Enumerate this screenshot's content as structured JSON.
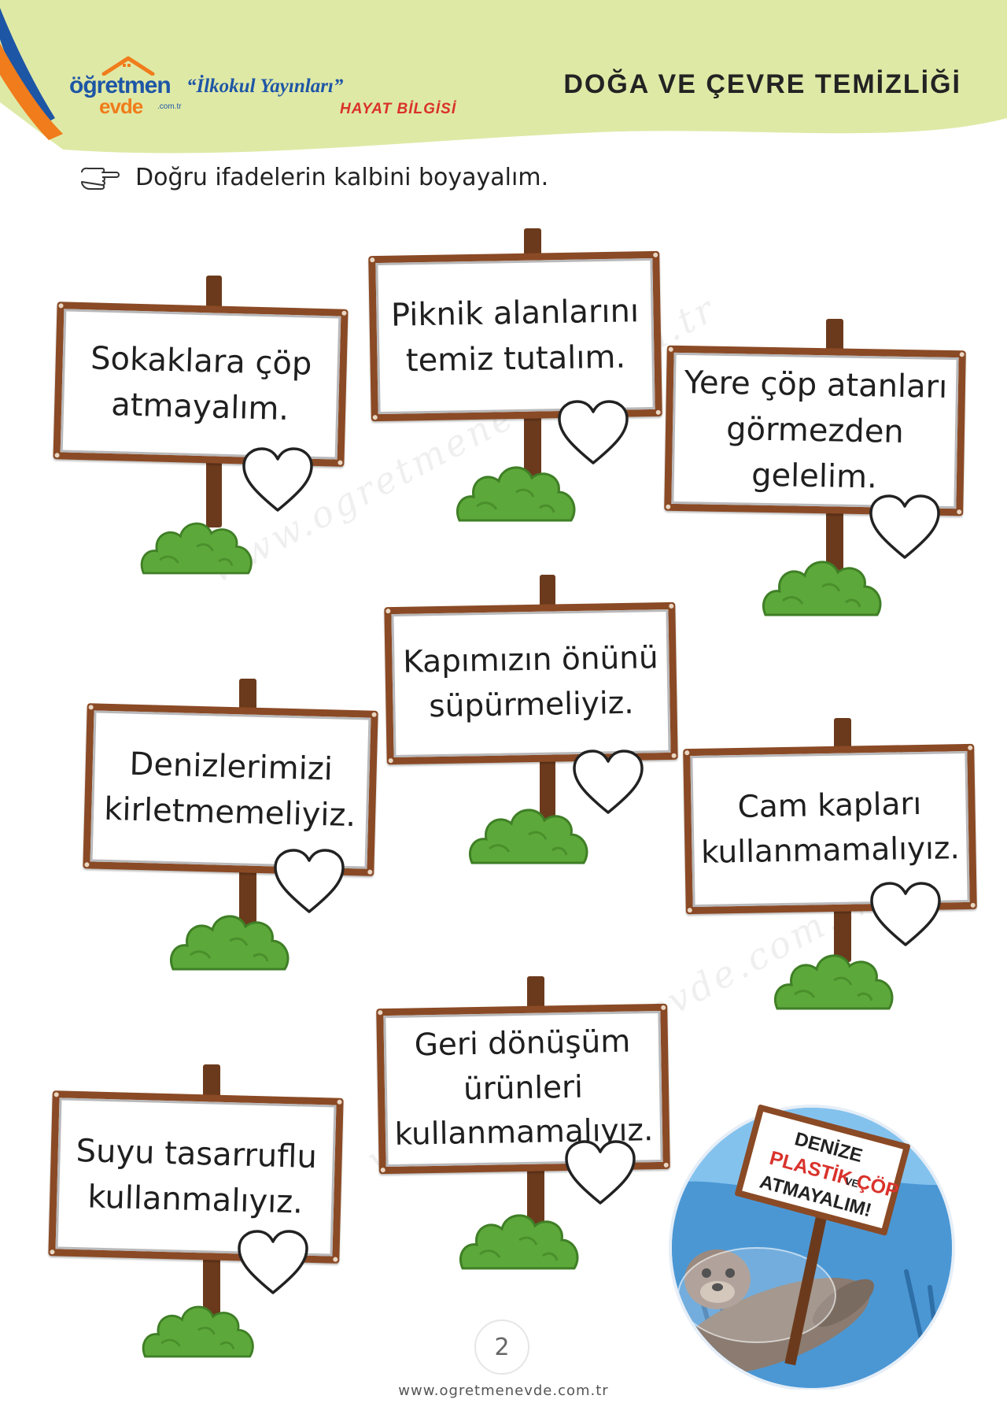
{
  "header": {
    "logo_main": "öğretmen",
    "logo_sub": "evde",
    "logo_tld": ".com.tr",
    "publisher": "“İlkokul Yayınları”",
    "subject": "HAYAT BİLGİSİ",
    "title": "DOĞA VE ÇEVRE TEMİZLİĞİ",
    "colors": {
      "band": "#dfe9a6",
      "brand_blue": "#1e56a6",
      "brand_orange": "#f07c1b",
      "subject_red": "#d9322b"
    }
  },
  "instruction": {
    "icon": "pointing-hand-icon",
    "text": "Doğru ifadelerin kalbini boyayalım."
  },
  "signs": [
    {
      "text": "Sokaklara çöp\natmayalım."
    },
    {
      "text": "Piknik alanlarını\ntemiz tutalım."
    },
    {
      "text": "Yere çöp atanları\ngörmezden\ngelelim."
    },
    {
      "text": "Kapımızın önünü\nsüpürmeliyiz."
    },
    {
      "text": "Denizlerimizi\nkirletmemeliyiz."
    },
    {
      "text": "Cam kapları\nkullanmamalıyız."
    },
    {
      "text": "Geri dönüşüm\nürünleri\nkullanmamalıyız."
    },
    {
      "text": "Suyu tasarruflu\nkullanmalıyız."
    }
  ],
  "sign_icons": {
    "heart": "heart-icon",
    "bush": "bush-icon",
    "post": "wooden-post"
  },
  "badge": {
    "line1": "DENİZE",
    "line2a": "PLASTİK",
    "line2b": "VE",
    "line2c": "ÇÖP",
    "line3": "ATMAYALIM!",
    "icon": "seal-in-plastic-icon"
  },
  "watermark": "www.ogretmenevde.com.tr",
  "page_number": "2",
  "footer_url": "www.ogretmenevde.com.tr"
}
